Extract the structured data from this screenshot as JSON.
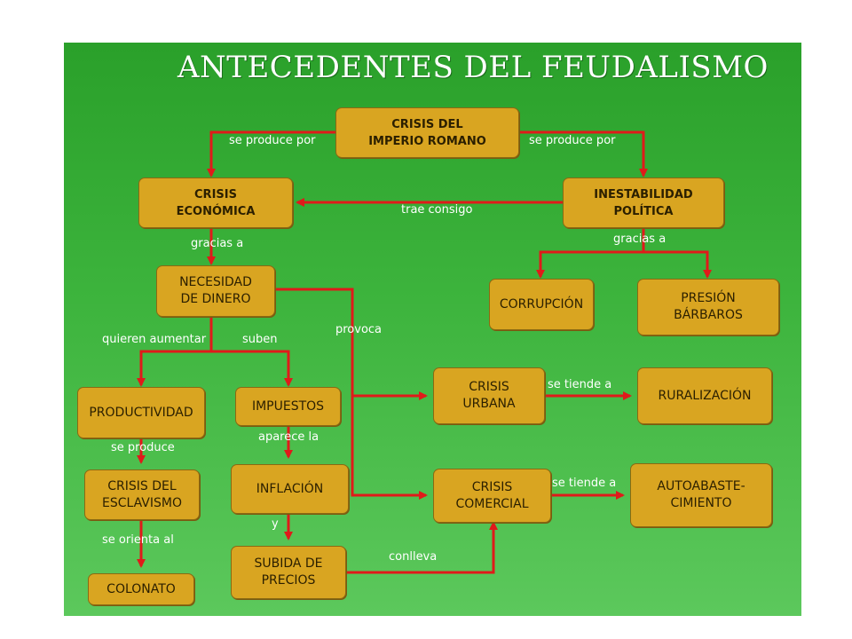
{
  "title": "ANTECEDENTES DEL FEUDALISMO",
  "colors": {
    "background": "#3db43d",
    "node": "#d9a521",
    "arrow": "#e01a1a",
    "label": "#ffffff"
  },
  "nodes": {
    "crisis_imperio": "CRISIS DEL\nIMPERIO ROMANO",
    "crisis_economica": "CRISIS\nECONÓMICA",
    "inestabilidad_politica": "INESTABILIDAD\nPOLÍTICA",
    "necesidad_dinero": "NECESIDAD\nDE DINERO",
    "corrupcion": "CORRUPCIÓN",
    "presion_barbaros": "PRESIÓN\nBÁRBAROS",
    "productividad": "PRODUCTIVIDAD",
    "impuestos": "IMPUESTOS",
    "crisis_urbana": "CRISIS\nURBANA",
    "ruralizacion": "RURALIZACIÓN",
    "crisis_esclavismo": "CRISIS DEL\nESCLAVISMO",
    "inflacion": "INFLACIÓN",
    "crisis_comercial": "CRISIS\nCOMERCIAL",
    "autoabastecimiento": "AUTOABASTE-\nCIMIENTO",
    "colonato": "COLONATO",
    "subida_precios": "SUBIDA DE\nPRECIOS"
  },
  "labels": {
    "se_produce_por_izq": "se produce por",
    "se_produce_por_der": "se produce por",
    "trae_consigo": "trae consigo",
    "gracias_a_izq": "gracias a",
    "gracias_a_der": "gracias a",
    "quieren_aumentar": "quieren aumentar",
    "suben": "suben",
    "provoca": "provoca",
    "se_tiende_a_1": "se tiende a",
    "se_tiende_a_2": "se tiende a",
    "se_produce": "se produce",
    "aparece_la": "aparece la",
    "se_orienta_al": "se orienta al",
    "y": "y",
    "conlleva": "conlleva"
  }
}
